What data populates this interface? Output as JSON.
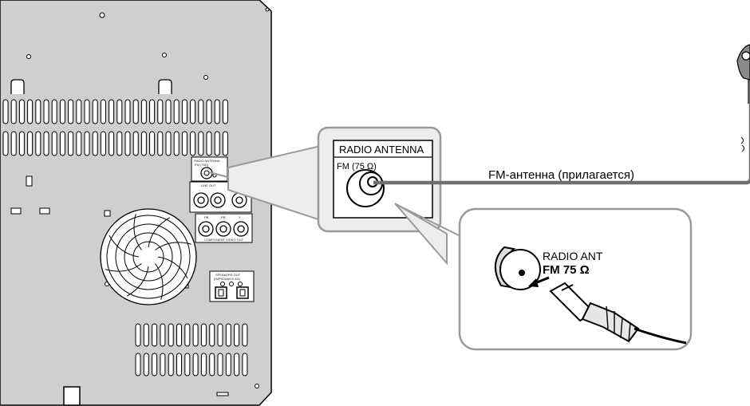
{
  "panel": {
    "title": "RADIO ANTENNA",
    "fm_label": "FM (75 Ω)",
    "small_labels": {
      "radio_antenna": "RADIO ANTENNA",
      "fm": "FM (75Ω)",
      "line_out": "LINE OUT",
      "video_out": "VIDEO OUT",
      "component_video_out": "COMPONENT VIDEO OUT",
      "pb": "PB",
      "pr": "PR",
      "y": "Y",
      "speakers_out": "SPEAKERS OUT",
      "impedance": "(IMPEDANCE 4Ω)"
    }
  },
  "antenna": {
    "caption": "FM-антенна (прилагается)"
  },
  "connector": {
    "radio_ant_label": "RADIO ANT",
    "fm_label": "FM  75 Ω"
  },
  "colors": {
    "device_body": "#cfcfcf",
    "callout_fill": "#ededed",
    "callout_stroke": "#9a9a9a",
    "cable": "#6f6f6f",
    "outline": "#000000"
  }
}
